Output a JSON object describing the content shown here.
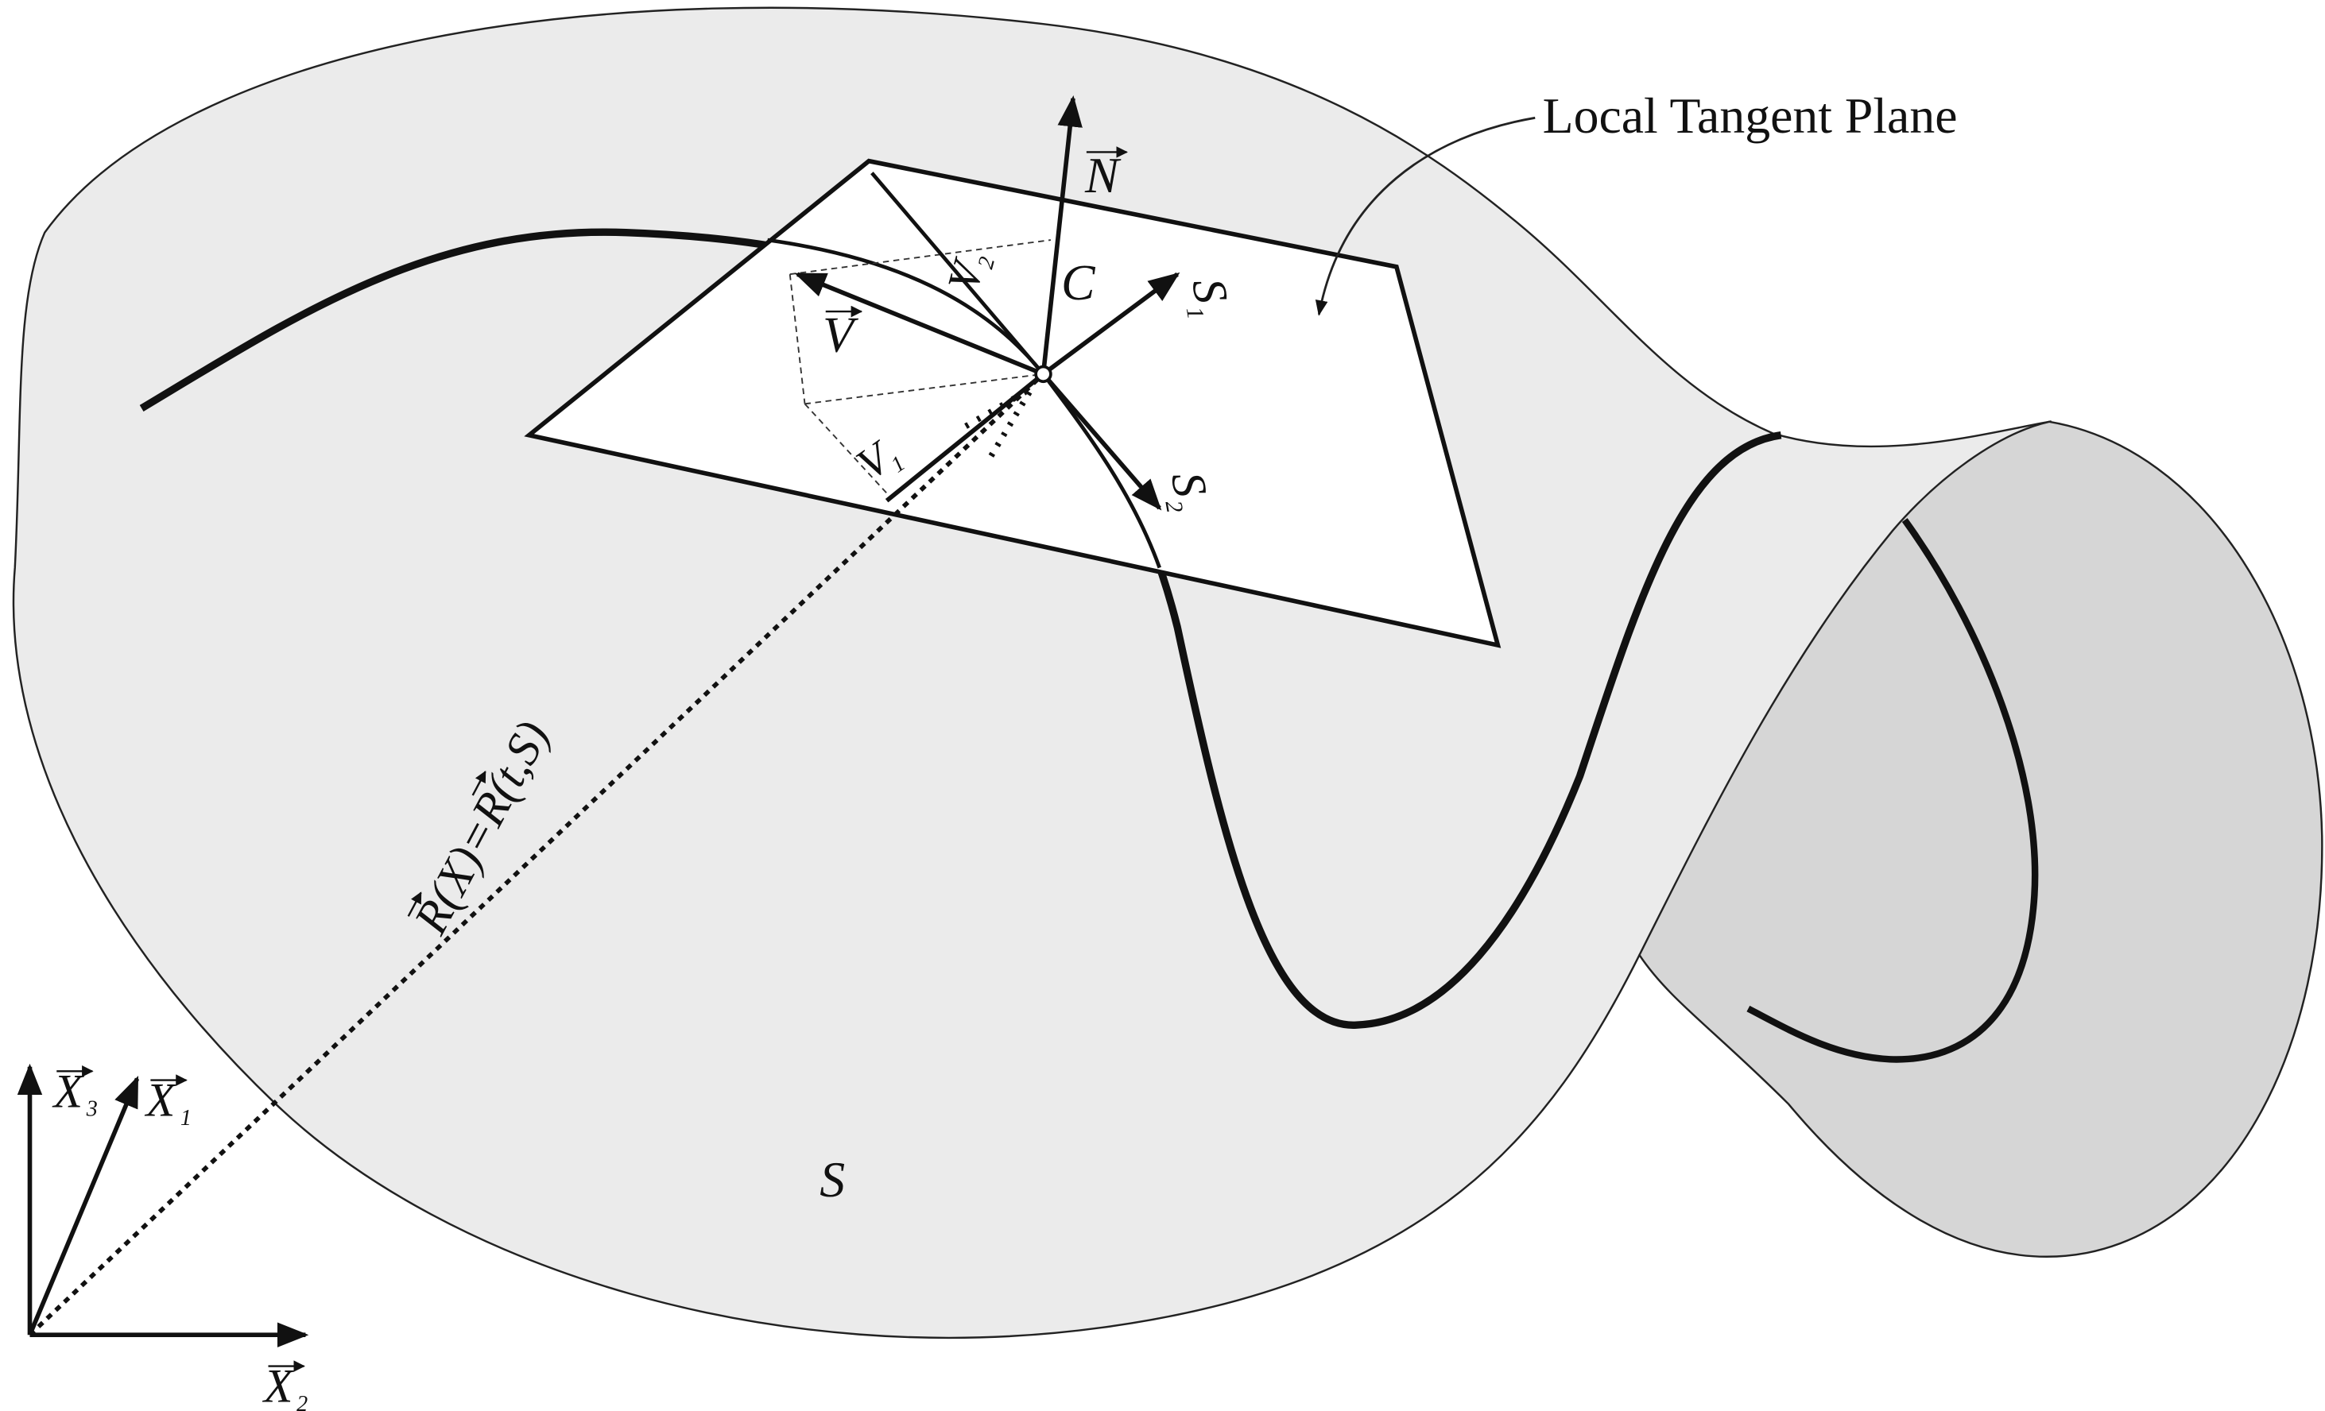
{
  "diagram": {
    "caption_label": "Local Tangent Plane",
    "labels": {
      "normal": "N",
      "curve": "C",
      "tangent1": "S",
      "tangent1_sub": "1",
      "tangent2": "S",
      "tangent2_sub": "2",
      "velocity": "V",
      "v1": "V",
      "v1_sub": "1",
      "v2": "V",
      "v2_sub": "2",
      "surface": "S",
      "position_vector": "R(X)=R(t,S)",
      "axis_x1": "X",
      "axis_x1_sub": "1",
      "axis_x2": "X",
      "axis_x2_sub": "2",
      "axis_x3": "X",
      "axis_x3_sub": "3"
    },
    "colors": {
      "surface_fill": "#ebebeb",
      "inner_fill": "#d6d6d6",
      "plane_fill": "#ffffff",
      "stroke": "#111111"
    }
  }
}
